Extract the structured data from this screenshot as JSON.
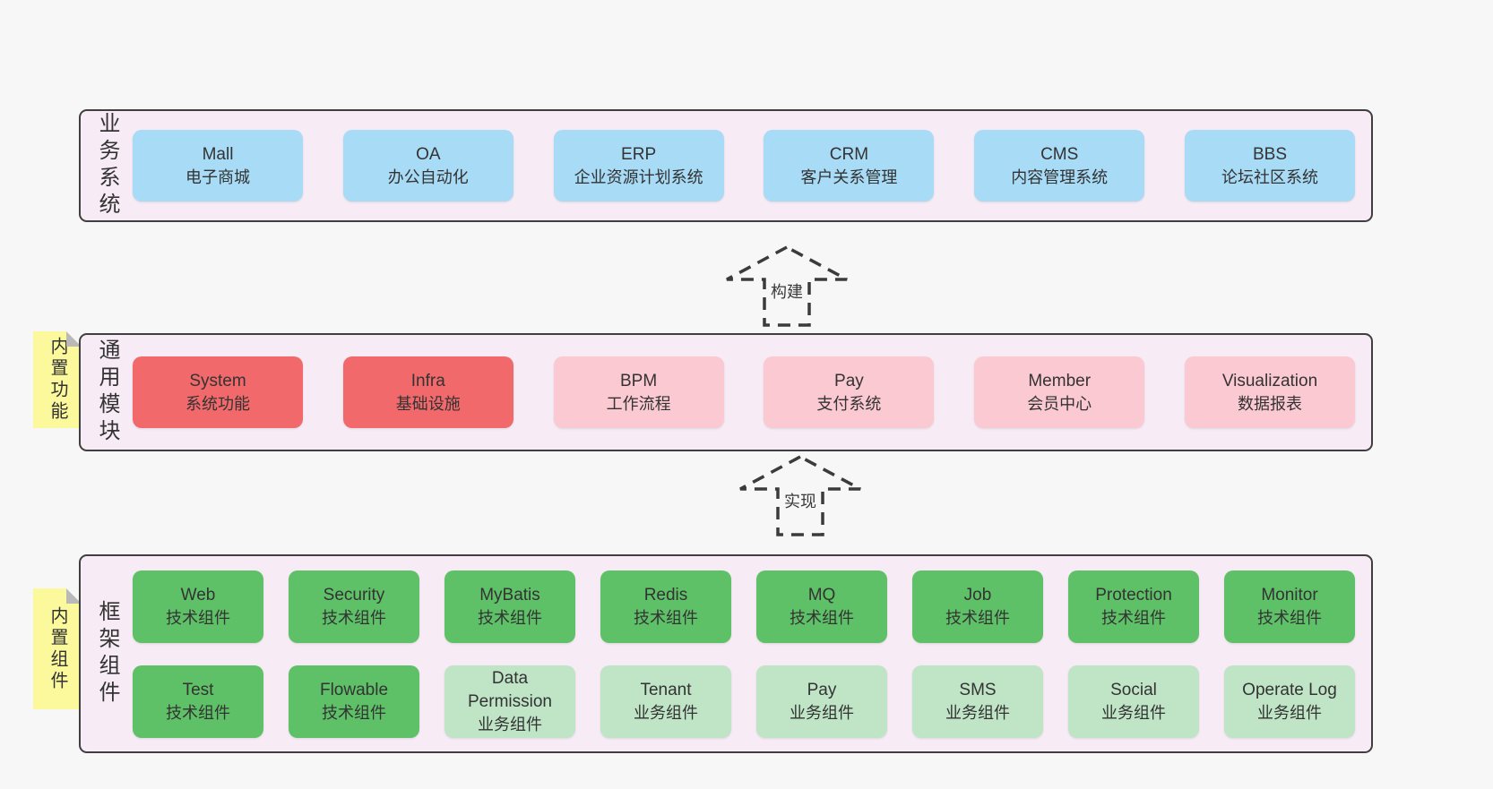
{
  "colors": {
    "blue": "#a8dbf5",
    "red": "#f2696c",
    "pink": "#fbc9d2",
    "green": "#5ec167",
    "lightgreen": "#bfe5c6",
    "container_bg": "#f7ecf5",
    "container_border": "#3f3f3f",
    "sticky_yellow": "#fbf99b",
    "page_bg": "#f7f7f7",
    "text": "#333333"
  },
  "layers": {
    "business": {
      "container_label": "业务系统",
      "boxes": [
        {
          "name": "Mall",
          "desc": "电子商城",
          "variant": "blue"
        },
        {
          "name": "OA",
          "desc": "办公自动化",
          "variant": "blue"
        },
        {
          "name": "ERP",
          "desc": "企业资源计划系统",
          "variant": "blue"
        },
        {
          "name": "CRM",
          "desc": "客户关系管理",
          "variant": "blue"
        },
        {
          "name": "CMS",
          "desc": "内容管理系统",
          "variant": "blue"
        },
        {
          "name": "BBS",
          "desc": "论坛社区系统",
          "variant": "blue"
        }
      ]
    },
    "modules": {
      "side_label": "内置功能",
      "container_label": "通用模块",
      "boxes": [
        {
          "name": "System",
          "desc": "系统功能",
          "variant": "red"
        },
        {
          "name": "Infra",
          "desc": "基础设施",
          "variant": "red"
        },
        {
          "name": "BPM",
          "desc": "工作流程",
          "variant": "pink"
        },
        {
          "name": "Pay",
          "desc": "支付系统",
          "variant": "pink"
        },
        {
          "name": "Member",
          "desc": "会员中心",
          "variant": "pink"
        },
        {
          "name": "Visualization",
          "desc": "数据报表",
          "variant": "pink"
        }
      ]
    },
    "components": {
      "side_label": "内置组件",
      "container_label": "框架组件",
      "row1": [
        {
          "name": "Web",
          "desc": "技术组件",
          "variant": "green"
        },
        {
          "name": "Security",
          "desc": "技术组件",
          "variant": "green"
        },
        {
          "name": "MyBatis",
          "desc": "技术组件",
          "variant": "green"
        },
        {
          "name": "Redis",
          "desc": "技术组件",
          "variant": "green"
        },
        {
          "name": "MQ",
          "desc": "技术组件",
          "variant": "green"
        },
        {
          "name": "Job",
          "desc": "技术组件",
          "variant": "green"
        },
        {
          "name": "Protection",
          "desc": "技术组件",
          "variant": "green"
        },
        {
          "name": "Monitor",
          "desc": "技术组件",
          "variant": "green"
        }
      ],
      "row2": [
        {
          "name": "Test",
          "desc": "技术组件",
          "variant": "green"
        },
        {
          "name": "Flowable",
          "desc": "技术组件",
          "variant": "green"
        },
        {
          "name": "Data Permission",
          "desc": "业务组件",
          "variant": "lightgreen"
        },
        {
          "name": "Tenant",
          "desc": "业务组件",
          "variant": "lightgreen"
        },
        {
          "name": "Pay",
          "desc": "业务组件",
          "variant": "lightgreen"
        },
        {
          "name": "SMS",
          "desc": "业务组件",
          "variant": "lightgreen"
        },
        {
          "name": "Social",
          "desc": "业务组件",
          "variant": "lightgreen"
        },
        {
          "name": "Operate Log",
          "desc": "业务组件",
          "variant": "lightgreen"
        }
      ]
    }
  },
  "arrows": [
    {
      "label": "构建"
    },
    {
      "label": "实现"
    }
  ]
}
